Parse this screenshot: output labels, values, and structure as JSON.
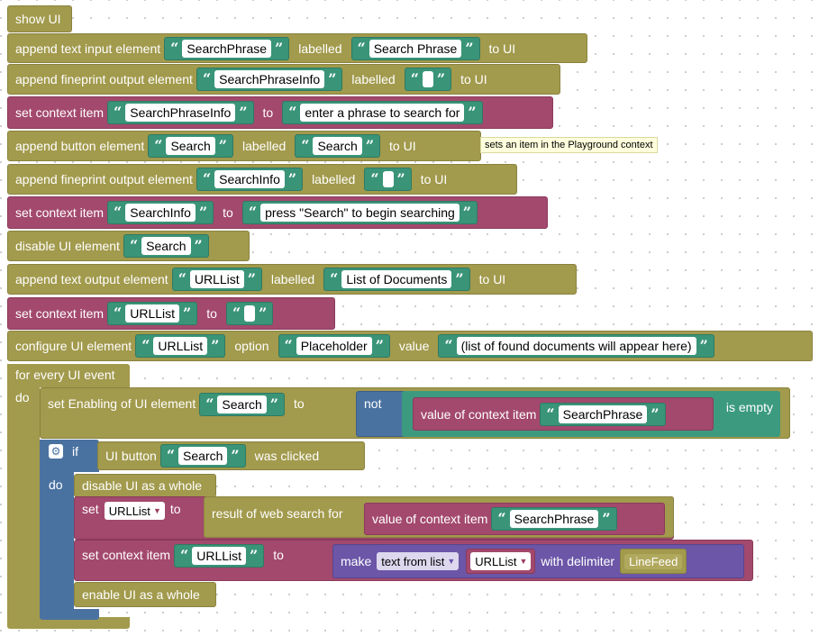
{
  "blocks": {
    "show_ui": "show UI",
    "row1": {
      "label": "append text input element",
      "name": "SearchPhrase",
      "labelled": "labelled",
      "label_value": "Search Phrase",
      "to_ui": "to UI"
    },
    "row2": {
      "label": "append fineprint output element",
      "name": "SearchPhraseInfo",
      "labelled": "labelled",
      "to_ui": "to UI"
    },
    "row3": {
      "label": "set context item",
      "name": "SearchPhraseInfo",
      "to": "to",
      "value": "enter a phrase to search for"
    },
    "row4": {
      "label": "append button element",
      "name": "Search",
      "labelled": "labelled",
      "label_value": "Search",
      "to_ui": "to UI"
    },
    "row5": {
      "label": "append fineprint output element",
      "name": "SearchInfo",
      "labelled": "labelled",
      "to_ui": "to UI"
    },
    "row6": {
      "label": "set context item",
      "name": "SearchInfo",
      "to": "to",
      "value": "press \"Search\" to begin searching"
    },
    "row7": {
      "label": "disable UI element",
      "name": "Search"
    },
    "row8": {
      "label": "append text output element",
      "name": "URLList",
      "labelled": "labelled",
      "label_value": "List of Documents",
      "to_ui": "to UI"
    },
    "row9": {
      "label": "set context item",
      "name": "URLList",
      "to": "to"
    },
    "row10": {
      "label": "configure UI element",
      "name": "URLList",
      "option": "option",
      "option_value": "Placeholder",
      "value": "value",
      "value_text": "(list of found documents will appear here)"
    },
    "event": {
      "label": "for every UI event",
      "do": "do"
    },
    "enabling": {
      "label": "set Enabling of UI element",
      "name": "Search",
      "to": "to",
      "not": "not",
      "value_of": "value of context item",
      "item": "SearchPhrase",
      "is_empty": "is empty"
    },
    "if_block": {
      "if": "if",
      "do": "do",
      "ui_button": "UI button",
      "name": "Search",
      "was_clicked": "was clicked"
    },
    "disable_all": "disable UI as a whole",
    "set_var": {
      "set": "set",
      "var": "URLList",
      "to": "to",
      "result": "result of web search for",
      "value_of": "value of context item",
      "item": "SearchPhrase"
    },
    "set_ctx": {
      "label": "set context item",
      "name": "URLList",
      "to": "to",
      "make": "make",
      "mode": "text from list",
      "list_var": "URLList",
      "with_delim": "with delimiter",
      "delim": "LineFeed"
    },
    "enable_all": "enable UI as a whole"
  },
  "tooltip": "sets an item in the Playground context",
  "colors": {
    "olive": "#a29a4c",
    "magenta": "#a3496d",
    "steel": "#4a72a1",
    "purple": "#6b56a8",
    "teal": "#3a9478"
  }
}
